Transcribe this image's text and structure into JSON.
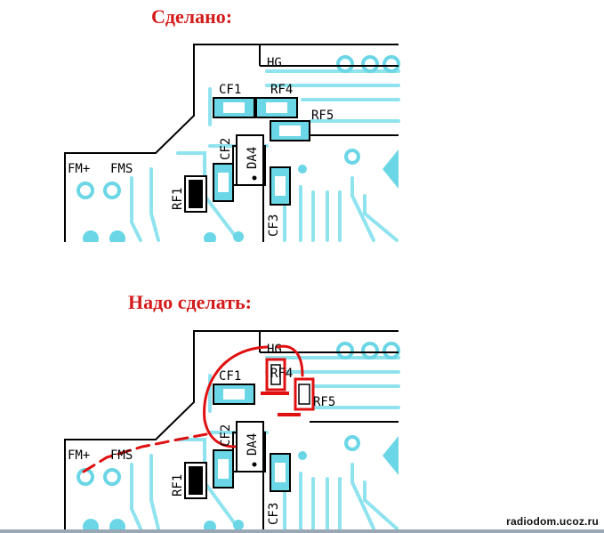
{
  "captions": {
    "top": "Сделано:",
    "bottom": "Надо сделать:"
  },
  "pcb_labels": {
    "hg": "HG",
    "cf1": "CF1",
    "rf4": "RF4",
    "rf5": "RF5",
    "cf2": "CF2",
    "da4": "DA4",
    "rf1": "RF1",
    "cf3": "CF3",
    "fm": "FM+",
    "fms": "FMS"
  },
  "watermark": "radiodom.ucoz.ru",
  "colors": {
    "caption": "#d41a1a",
    "trace": "#8fe3ee",
    "pad": "#6ad6e6",
    "outline": "#000000",
    "annotation": "#e01010"
  }
}
